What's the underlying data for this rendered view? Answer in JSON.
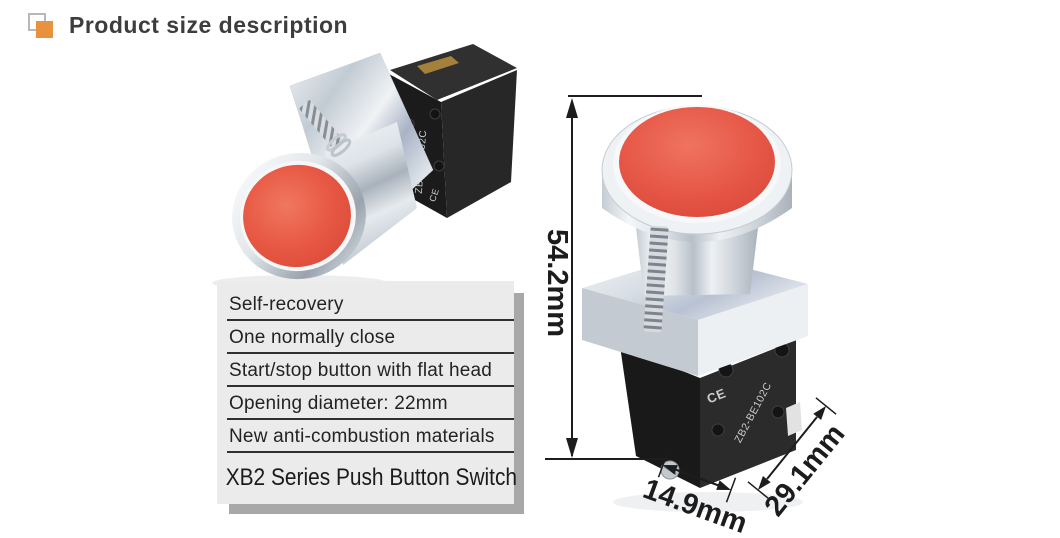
{
  "header": {
    "title": "Product size description",
    "accent_color": "#e8913f"
  },
  "features": {
    "items": [
      "Self-recovery",
      "One normally close",
      "Start/stop button with flat head",
      "Opening diameter: 22mm",
      "New anti-combustion materials"
    ],
    "series_title": "XB2 Series Push Button Switch"
  },
  "dimensions": {
    "height": "54.2mm",
    "depth": "14.9mm",
    "width": "29.1mm"
  },
  "product": {
    "model": "ZB2-BE102C",
    "certification": "CE",
    "button_color": "#e64e3d"
  }
}
